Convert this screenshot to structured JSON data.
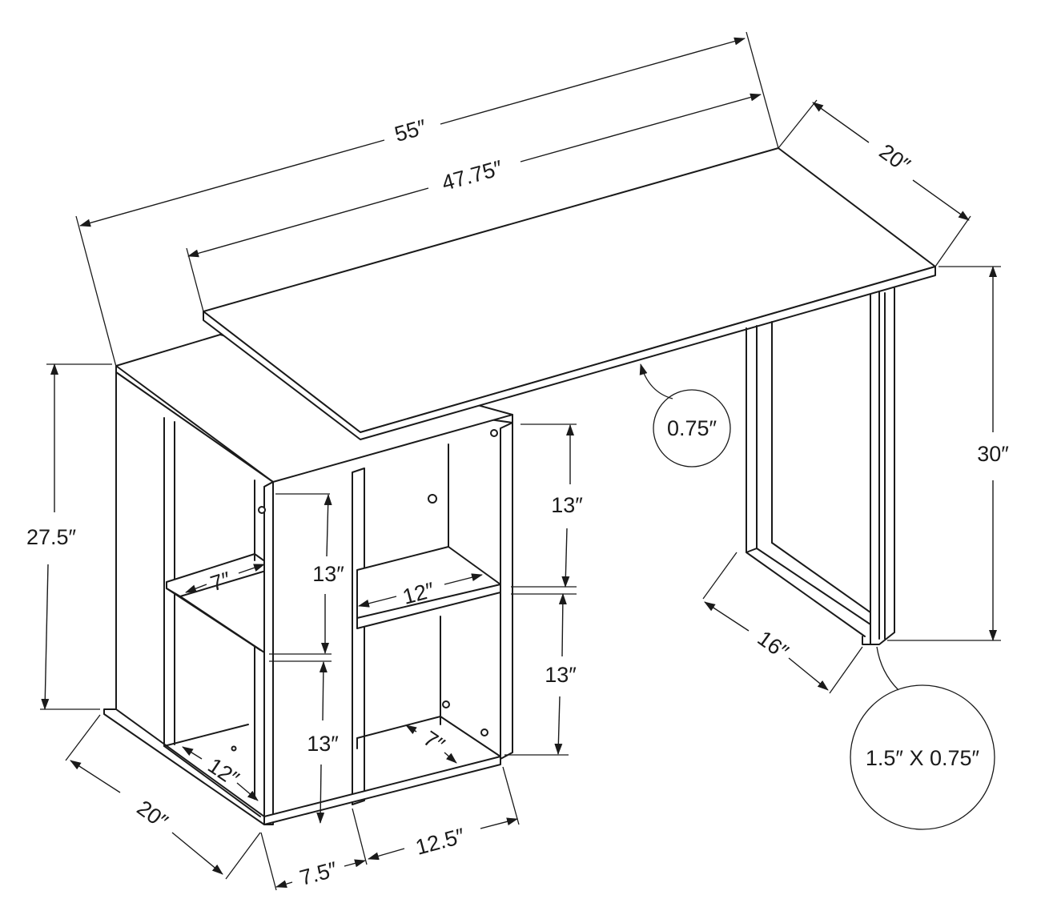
{
  "labels": {
    "w55": "55″",
    "w4775": "47.75″",
    "d20_top": "20″",
    "h30": "30″",
    "h275": "27.5″",
    "t075": "0.75″",
    "shelf_a_13": "13″",
    "shelf_b_13": "13″",
    "shelf_c_13": "13″",
    "shelf_d_13": "13″",
    "w12_mid": "12″",
    "w7_left": "7″",
    "w12_low": "12″",
    "w7_low": "7″",
    "d20_bottom": "20″",
    "w75": "7.5″",
    "w125": "12.5″",
    "leg16": "16″",
    "leg_profile": "1.5″ X 0.75″"
  }
}
